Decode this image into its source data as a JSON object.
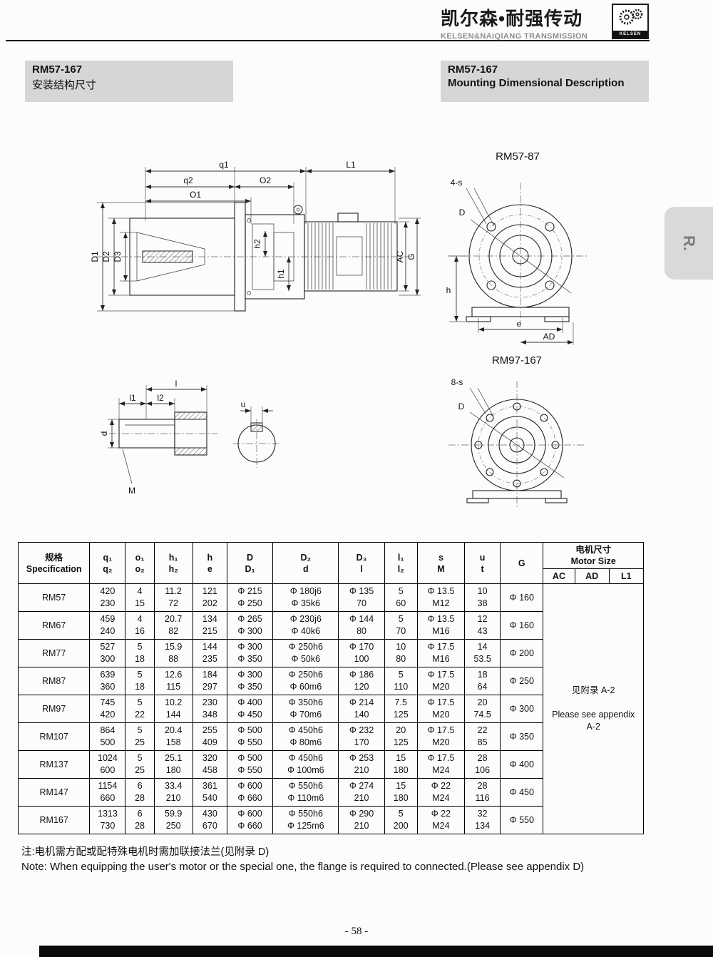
{
  "header": {
    "brand_cn": "凯尔森•耐强传动",
    "brand_en": "KELSEN&NAIQIANG TRANSMISSION",
    "logo_text": "KELSEN"
  },
  "title_left": {
    "model": "RM57-167",
    "subtitle": "安装结构尺寸"
  },
  "title_right": {
    "model": "RM57-167",
    "subtitle": "Mounting Dimensional Description"
  },
  "side_tab": "R.",
  "drawings": {
    "main": {
      "q1": "q1",
      "q2": "q2",
      "O1": "O1",
      "O2": "O2",
      "L1": "L1",
      "D1": "D1",
      "D2": "D2",
      "D3": "D3",
      "h1": "h1",
      "h2": "h2",
      "AC": "AC",
      "G": "G"
    },
    "flange_small": {
      "title": "RM57-87",
      "bolts": "4-s",
      "D": "D",
      "h": "h",
      "e": "e",
      "AD": "AD"
    },
    "flange_large": {
      "title": "RM97-167",
      "bolts": "8-s",
      "D": "D"
    },
    "shaft": {
      "l": "l",
      "l1": "l1",
      "l2": "l2",
      "u": "u",
      "d": "d",
      "M": "M"
    }
  },
  "table": {
    "col_headers": [
      {
        "l1": "规格",
        "l2": "Specification"
      },
      {
        "l1": "q₁",
        "l2": "q₂"
      },
      {
        "l1": "o₁",
        "l2": "o₂"
      },
      {
        "l1": "h₁",
        "l2": "h₂"
      },
      {
        "l1": "h",
        "l2": "e"
      },
      {
        "l1": "D",
        "l2": "D₁"
      },
      {
        "l1": "D₂",
        "l2": "d"
      },
      {
        "l1": "D₃",
        "l2": "l"
      },
      {
        "l1": "l₁",
        "l2": "l₂"
      },
      {
        "l1": "s",
        "l2": "M"
      },
      {
        "l1": "u",
        "l2": "t"
      },
      {
        "l1": "G",
        "l2": ""
      }
    ],
    "motor_header": {
      "l1": "电机尺寸",
      "l2": "Motor Size",
      "subs": [
        "AC",
        "AD",
        "L1"
      ]
    },
    "rows": [
      {
        "spec": "RM57",
        "top": [
          "420",
          "4",
          "11.2",
          "121",
          "Φ 215",
          "Φ 180j6",
          "Φ 135",
          "5",
          "Φ 13.5",
          "10"
        ],
        "bottom": [
          "230",
          "15",
          "72",
          "202",
          "Φ 250",
          "Φ 35k6",
          "70",
          "60",
          "M12",
          "38"
        ],
        "g": "Φ 160"
      },
      {
        "spec": "RM67",
        "top": [
          "459",
          "4",
          "20.7",
          "134",
          "Φ 265",
          "Φ 230j6",
          "Φ 144",
          "5",
          "Φ 13.5",
          "12"
        ],
        "bottom": [
          "240",
          "16",
          "82",
          "215",
          "Φ 300",
          "Φ 40k6",
          "80",
          "70",
          "M16",
          "43"
        ],
        "g": "Φ 160"
      },
      {
        "spec": "RM77",
        "top": [
          "527",
          "5",
          "15.9",
          "144",
          "Φ 300",
          "Φ 250h6",
          "Φ 170",
          "10",
          "Φ 17.5",
          "14"
        ],
        "bottom": [
          "300",
          "18",
          "88",
          "235",
          "Φ 350",
          "Φ 50k6",
          "100",
          "80",
          "M16",
          "53.5"
        ],
        "g": "Φ 200"
      },
      {
        "spec": "RM87",
        "top": [
          "639",
          "5",
          "12.6",
          "184",
          "Φ 300",
          "Φ 250h6",
          "Φ 186",
          "5",
          "Φ 17.5",
          "18"
        ],
        "bottom": [
          "360",
          "18",
          "115",
          "297",
          "Φ 350",
          "Φ 60m6",
          "120",
          "110",
          "M20",
          "64"
        ],
        "g": "Φ 250"
      },
      {
        "spec": "RM97",
        "top": [
          "745",
          "5",
          "10.2",
          "230",
          "Φ 400",
          "Φ 350h6",
          "Φ 214",
          "7.5",
          "Φ 17.5",
          "20"
        ],
        "bottom": [
          "420",
          "22",
          "144",
          "348",
          "Φ 450",
          "Φ 70m6",
          "140",
          "125",
          "M20",
          "74.5"
        ],
        "g": "Φ 300"
      },
      {
        "spec": "RM107",
        "top": [
          "864",
          "5",
          "20.4",
          "255",
          "Φ 500",
          "Φ 450h6",
          "Φ 232",
          "20",
          "Φ 17.5",
          "22"
        ],
        "bottom": [
          "500",
          "25",
          "158",
          "409",
          "Φ 550",
          "Φ 80m6",
          "170",
          "125",
          "M20",
          "85"
        ],
        "g": "Φ 350"
      },
      {
        "spec": "RM137",
        "top": [
          "1024",
          "5",
          "25.1",
          "320",
          "Φ 500",
          "Φ 450h6",
          "Φ 253",
          "15",
          "Φ 17.5",
          "28"
        ],
        "bottom": [
          "600",
          "25",
          "180",
          "458",
          "Φ 550",
          "Φ 100m6",
          "210",
          "180",
          "M24",
          "106"
        ],
        "g": "Φ 400"
      },
      {
        "spec": "RM147",
        "top": [
          "1154",
          "6",
          "33.4",
          "361",
          "Φ 600",
          "Φ 550h6",
          "Φ 274",
          "15",
          "Φ 22",
          "28"
        ],
        "bottom": [
          "660",
          "28",
          "210",
          "540",
          "Φ 660",
          "Φ 110m6",
          "210",
          "180",
          "M24",
          "116"
        ],
        "g": "Φ 450"
      },
      {
        "spec": "RM167",
        "top": [
          "1313",
          "6",
          "59.9",
          "430",
          "Φ 600",
          "Φ 550h6",
          "Φ 290",
          "5",
          "Φ 22",
          "32"
        ],
        "bottom": [
          "730",
          "28",
          "250",
          "670",
          "Φ 660",
          "Φ 125m6",
          "210",
          "200",
          "M24",
          "134"
        ],
        "g": "Φ 550"
      }
    ],
    "motor_note": [
      "见附录 A-2",
      "",
      "Please see appendix",
      "A-2"
    ]
  },
  "notes": {
    "cn": "注:电机需方配或配特殊电机时需加联接法兰(见附录 D)",
    "en": "Note: When equipping the user's motor or the special one, the flange is required to connected.(Please see appendix D)"
  },
  "page_number": "- 58 -"
}
